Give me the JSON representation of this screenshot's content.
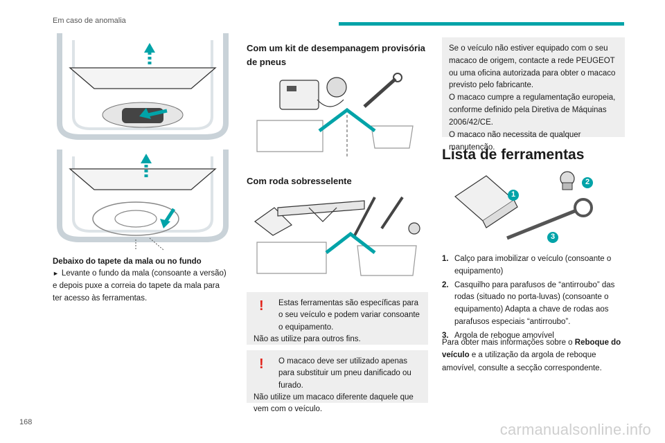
{
  "header": {
    "section": "Em caso de anomalia"
  },
  "page_number": "168",
  "watermark": "carmanualsonline.info",
  "left": {
    "subhead": "Debaixo do tapete da mala ou no fundo",
    "instruction": "Levante o fundo da mala (consoante a versão) e depois puxe a correia do tapete da mala para ter acesso às ferramentas."
  },
  "middle": {
    "kit_heading": "Com um kit de desempanagem provisória de pneus",
    "spare_heading": "Com roda sobresselente",
    "warning1": {
      "line1": "Estas ferramentas são específicas para o seu veículo e podem variar consoante o equipamento.",
      "line2": "Não as utilize para outros fins."
    },
    "warning2": {
      "line1": "O macaco deve ser utilizado apenas para substituir um pneu danificado ou furado.",
      "line2": "Não utilize um macaco diferente daquele que vem com o veículo."
    }
  },
  "right": {
    "info": {
      "p1": "Se o veículo não estiver equipado com o seu macaco de origem, contacte a rede PEUGEOT ou uma oficina autorizada para obter o macaco previsto pelo fabricante.",
      "p2": "O macaco cumpre a regulamentação europeia, conforme definido pela Diretiva de Máquinas 2006/42/CE.",
      "p3": "O macaco não necessita de qualquer manutenção."
    },
    "tools_heading": "Lista de ferramentas",
    "badges": [
      "1",
      "2",
      "3"
    ],
    "items": [
      {
        "num": "1.",
        "text": "Calço para imobilizar o veículo (consoante o equipamento)"
      },
      {
        "num": "2.",
        "text": "Casquilho para parafusos de “antirroubo” das rodas (situado no porta-luvas) (consoante o equipamento) Adapta a chave de rodas aos parafusos especiais “antirroubo”."
      },
      {
        "num": "3.",
        "text": "Argola de reboque amovível"
      }
    ],
    "para_pre": "Para obter mais informações sobre o ",
    "para_bold": "Reboque do veículo",
    "para_post": " e a utilização da argola de reboque amovível, consulte a secção correspondente."
  },
  "colors": {
    "accent": "#00a3a8",
    "warning": "#e2231a",
    "box": "#eeeeee"
  }
}
